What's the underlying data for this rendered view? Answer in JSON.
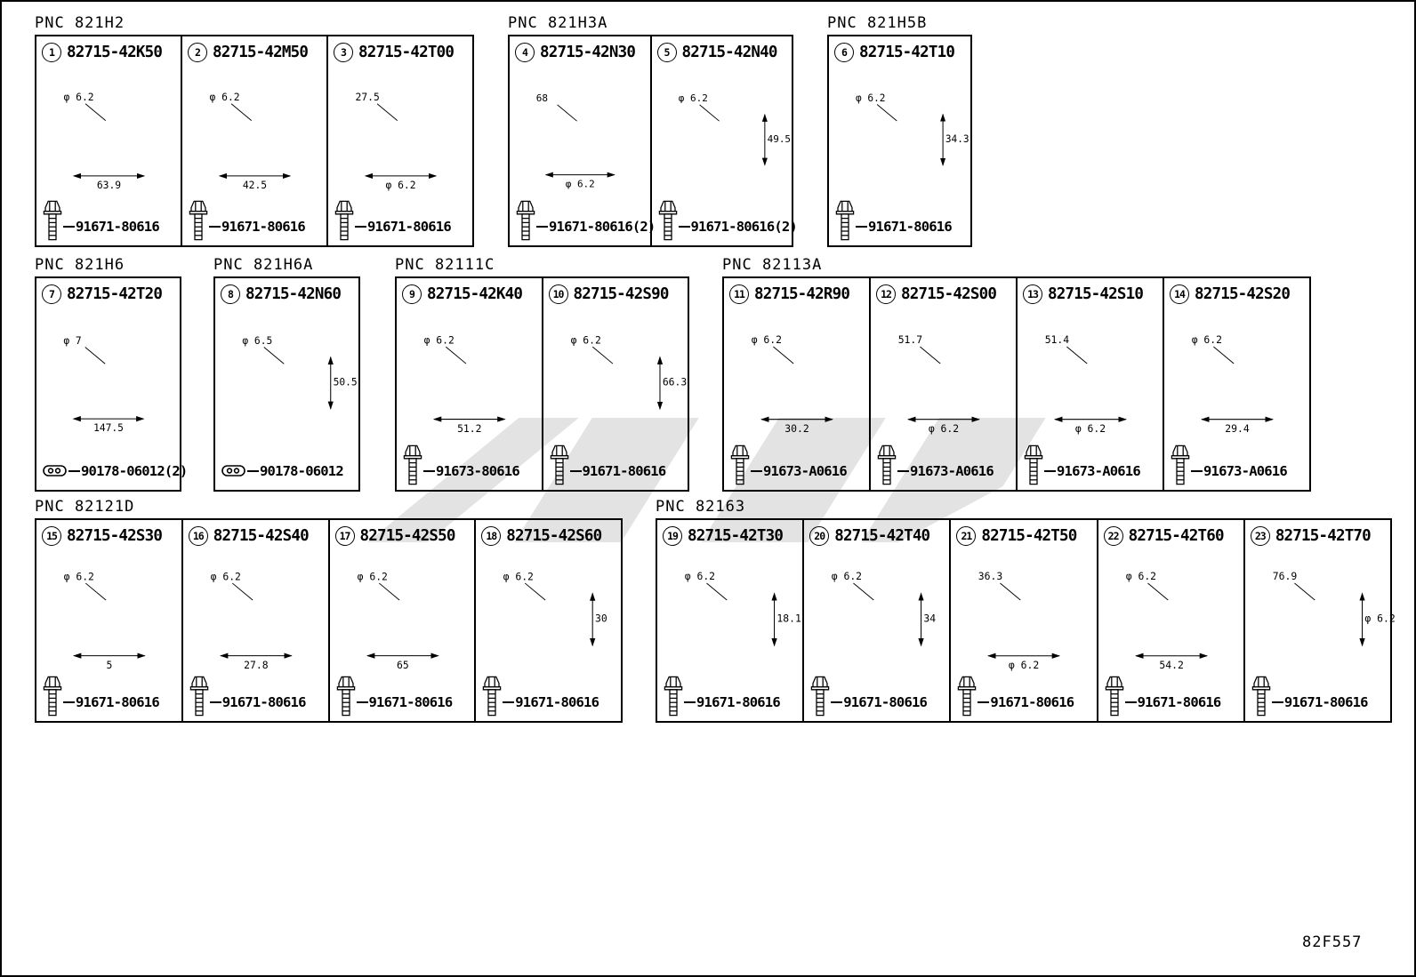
{
  "page": {
    "drawing_code": "82F557"
  },
  "groups": [
    {
      "pnc": "PNC 821H2",
      "panels": [
        {
          "num": "1",
          "part": "82715-42K50",
          "dims": [
            "φ 6.2",
            "63.9"
          ],
          "fastener": "91671-80616"
        },
        {
          "num": "2",
          "part": "82715-42M50",
          "dims": [
            "φ 6.2",
            "42.5"
          ],
          "fastener": "91671-80616"
        },
        {
          "num": "3",
          "part": "82715-42T00",
          "dims": [
            "27.5",
            "φ 6.2"
          ],
          "fastener": "91671-80616"
        }
      ]
    },
    {
      "pnc": "PNC 821H3A",
      "panels": [
        {
          "num": "4",
          "part": "82715-42N30",
          "dims": [
            "68",
            "φ 6.2"
          ],
          "fastener": "91671-80616(2)"
        },
        {
          "num": "5",
          "part": "82715-42N40",
          "dims": [
            "φ 6.2",
            "49.5"
          ],
          "fastener": "91671-80616(2)"
        }
      ]
    },
    {
      "pnc": "PNC 821H5B",
      "panels": [
        {
          "num": "6",
          "part": "82715-42T10",
          "dims": [
            "φ 6.2",
            "34.3"
          ],
          "fastener": "91671-80616"
        }
      ]
    },
    {
      "pnc": "PNC 821H6",
      "panels": [
        {
          "num": "7",
          "part": "82715-42T20",
          "dims": [
            "φ 7",
            "147.5"
          ],
          "fastener": "90178-06012(2)",
          "fastener_icon": "nut"
        }
      ]
    },
    {
      "pnc": "PNC 821H6A",
      "panels": [
        {
          "num": "8",
          "part": "82715-42N60",
          "dims": [
            "φ 6.5",
            "50.5"
          ],
          "fastener": "90178-06012",
          "fastener_icon": "nut"
        }
      ]
    },
    {
      "pnc": "PNC 82111C",
      "panels": [
        {
          "num": "9",
          "part": "82715-42K40",
          "dims": [
            "φ 6.2",
            "51.2"
          ],
          "fastener": "91673-80616"
        },
        {
          "num": "10",
          "part": "82715-42S90",
          "dims": [
            "φ 6.2",
            "66.3"
          ],
          "fastener": "91671-80616"
        }
      ]
    },
    {
      "pnc": "PNC 82113A",
      "panels": [
        {
          "num": "11",
          "part": "82715-42R90",
          "dims": [
            "φ 6.2",
            "30.2"
          ],
          "fastener": "91673-A0616"
        },
        {
          "num": "12",
          "part": "82715-42S00",
          "dims": [
            "51.7",
            "φ 6.2"
          ],
          "fastener": "91673-A0616"
        },
        {
          "num": "13",
          "part": "82715-42S10",
          "dims": [
            "51.4",
            "φ 6.2"
          ],
          "fastener": "91673-A0616"
        },
        {
          "num": "14",
          "part": "82715-42S20",
          "dims": [
            "φ 6.2",
            "29.4"
          ],
          "fastener": "91673-A0616"
        }
      ]
    },
    {
      "pnc": "PNC 82121D",
      "panels": [
        {
          "num": "15",
          "part": "82715-42S30",
          "dims": [
            "φ 6.2",
            "5"
          ],
          "fastener": "91671-80616"
        },
        {
          "num": "16",
          "part": "82715-42S40",
          "dims": [
            "φ 6.2",
            "27.8"
          ],
          "fastener": "91671-80616"
        },
        {
          "num": "17",
          "part": "82715-42S50",
          "dims": [
            "φ 6.2",
            "65"
          ],
          "fastener": "91671-80616"
        },
        {
          "num": "18",
          "part": "82715-42S60",
          "dims": [
            "φ 6.2",
            "30"
          ],
          "fastener": "91671-80616"
        }
      ]
    },
    {
      "pnc": "PNC 82163",
      "panels": [
        {
          "num": "19",
          "part": "82715-42T30",
          "dims": [
            "φ 6.2",
            "18.1"
          ],
          "fastener": "91671-80616"
        },
        {
          "num": "20",
          "part": "82715-42T40",
          "dims": [
            "φ 6.2",
            "34"
          ],
          "fastener": "91671-80616"
        },
        {
          "num": "21",
          "part": "82715-42T50",
          "dims": [
            "36.3",
            "φ 6.2"
          ],
          "fastener": "91671-80616"
        },
        {
          "num": "22",
          "part": "82715-42T60",
          "dims": [
            "φ 6.2",
            "54.2"
          ],
          "fastener": "91671-80616"
        },
        {
          "num": "23",
          "part": "82715-42T70",
          "dims": [
            "76.9",
            "φ 6.2"
          ],
          "fastener": "91671-80616"
        }
      ]
    }
  ]
}
